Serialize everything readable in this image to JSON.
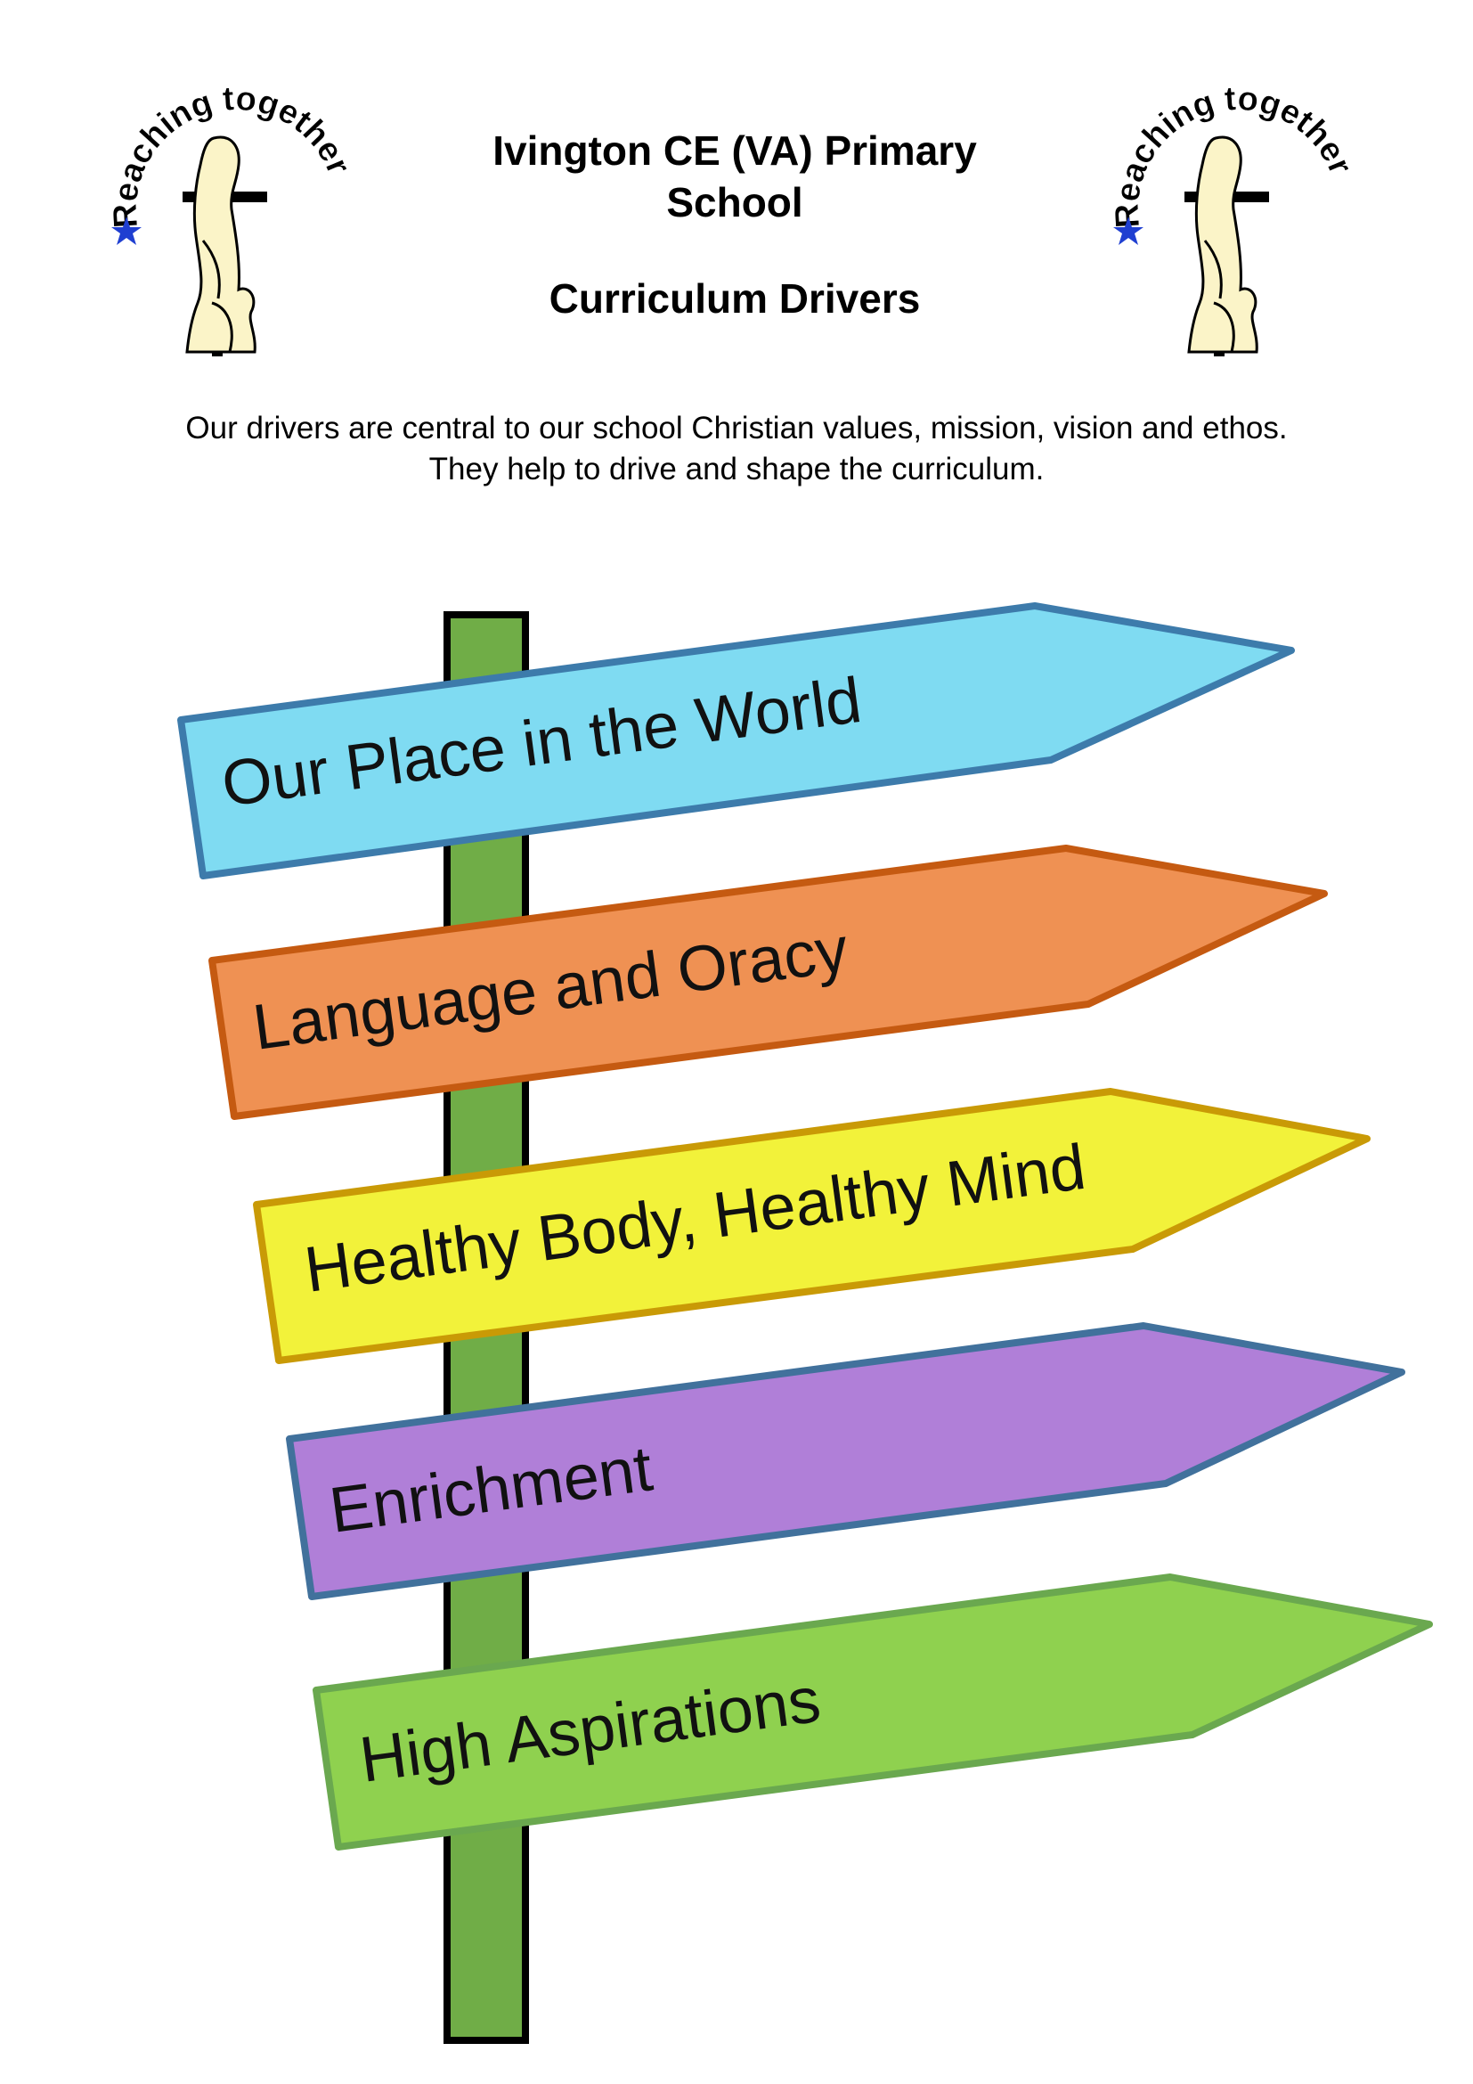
{
  "logo": {
    "motto": "Reaching together"
  },
  "header": {
    "school_name_line1": "Ivington CE (VA) Primary",
    "school_name_line2": "School",
    "document_title": "Curriculum Drivers"
  },
  "intro": {
    "line1": "Our drivers are central to our school Christian values, mission, vision and ethos.",
    "line2": "They help to drive and shape the curriculum."
  },
  "colors": {
    "post_fill": "#70ad47",
    "post_stroke": "#000000",
    "sign1_fill": "#7fdbf2",
    "sign1_stroke": "#3d7bab",
    "sign2_fill": "#ef9153",
    "sign2_stroke": "#c55a11",
    "sign3_fill": "#f2f23a",
    "sign3_stroke": "#c99a06",
    "sign4_fill": "#b07fd8",
    "sign4_stroke": "#41719c",
    "sign5_fill": "#8fd14f",
    "sign5_stroke": "#6aa84f"
  },
  "signs": [
    {
      "label": "Our Place in the World"
    },
    {
      "label": "Language and Oracy"
    },
    {
      "label": "Healthy Body, Healthy Mind"
    },
    {
      "label": "Enrichment"
    },
    {
      "label": "High Aspirations"
    }
  ]
}
